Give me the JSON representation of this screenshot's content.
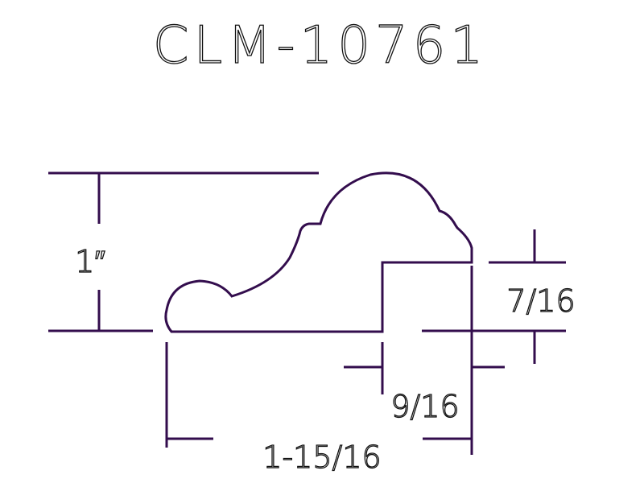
{
  "title": "CLM-10761",
  "dimensions": {
    "height": "1″",
    "right_height": "7/16",
    "step_width": "9/16",
    "total_width": "1-15/16"
  },
  "colors": {
    "line": "#330d4d",
    "text": "#111111"
  }
}
